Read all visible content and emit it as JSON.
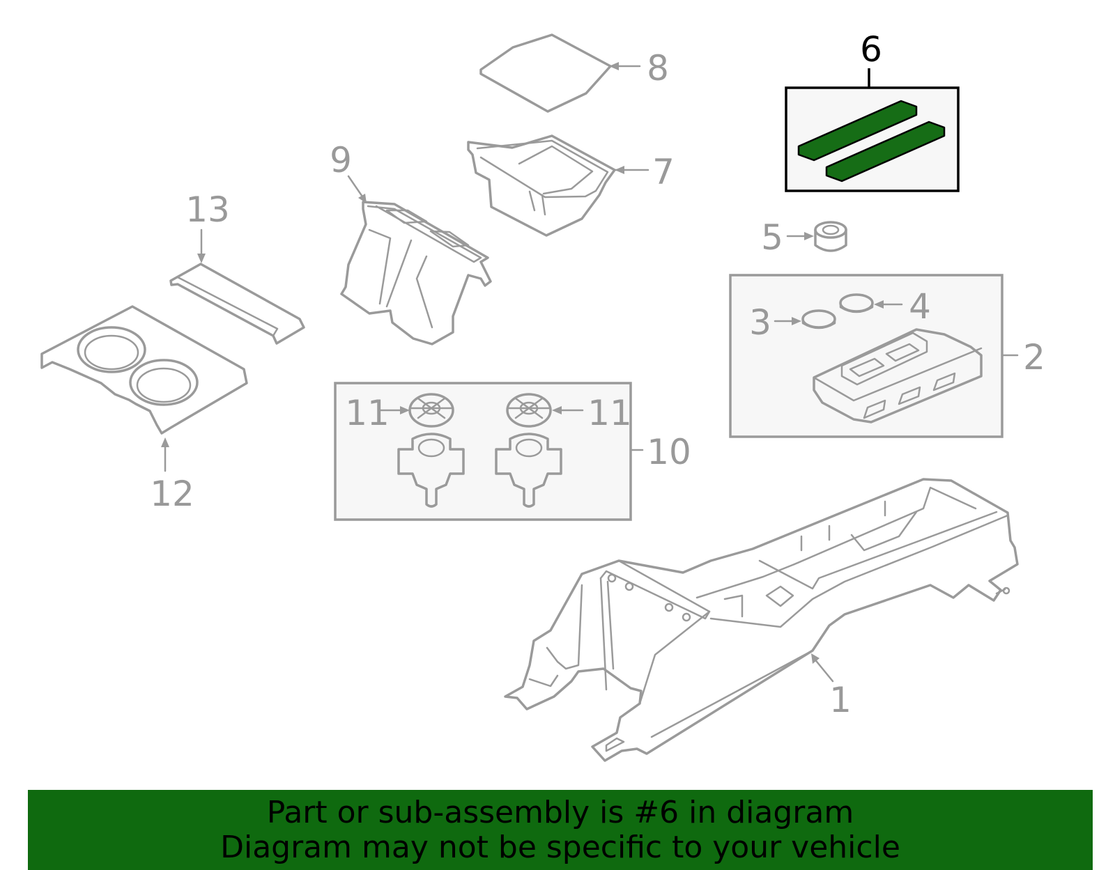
{
  "diagram": {
    "highlight_color": "#166d16",
    "callouts": {
      "c1": "1",
      "c2": "2",
      "c3": "3",
      "c4": "4",
      "c5": "5",
      "c6": "6",
      "c7": "7",
      "c8": "8",
      "c9": "9",
      "c10": "10",
      "c11a": "11",
      "c11b": "11",
      "c12": "12",
      "c13": "13"
    }
  },
  "banner": {
    "background": "#0f6a0f",
    "line1": "Part or sub-assembly is #6 in diagram",
    "line2": "Diagram may not be specific to your vehicle"
  }
}
